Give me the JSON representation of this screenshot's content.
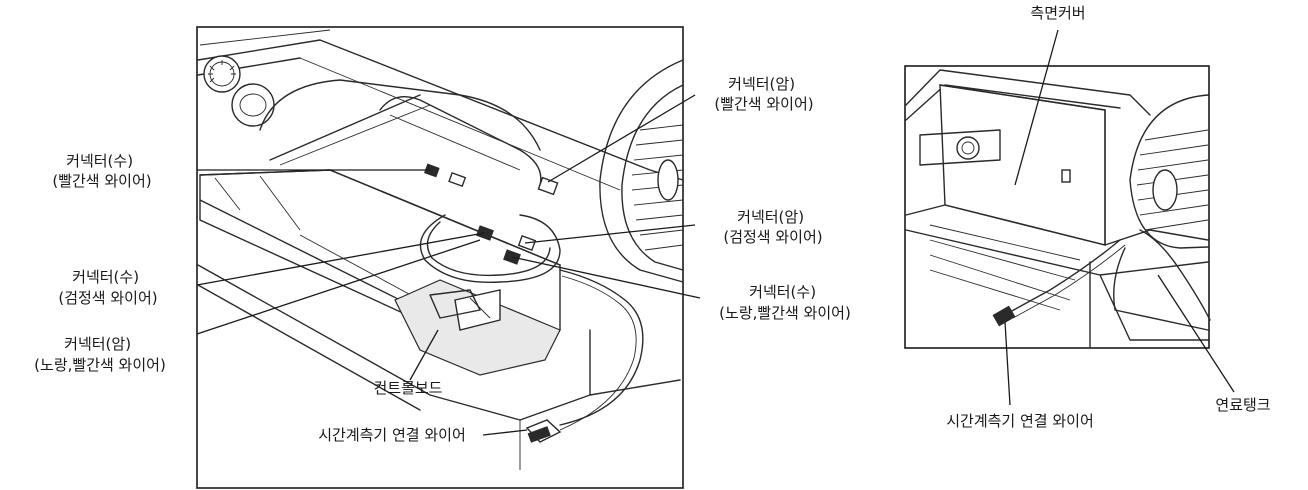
{
  "left_panel": {
    "labels": {
      "connector_female_red": [
        "커넥터(암)",
        "(빨간색 와이어)"
      ],
      "connector_male_red": [
        "커넥터(수)",
        "(빨간색 와이어)"
      ],
      "connector_female_black": [
        "커넥터(암)",
        "(검정색 와이어)"
      ],
      "connector_male_black": [
        "커넥터(수)",
        "(검정색 와이어)"
      ],
      "connector_male_yellow_red": [
        "커넥터(수)",
        "(노랑,빨간색 와이어)"
      ],
      "connector_female_yellow_red": [
        "커넥터(암)",
        "(노랑,빨간색 와이어)"
      ],
      "control_board": "컨트롤보드",
      "timer_wire": "시간계측기 연결 와이어"
    }
  },
  "right_panel": {
    "labels": {
      "side_cover": "측면커버",
      "timer_wire": "시간계측기 연결 와이어",
      "fuel_tank": "연료탱크"
    }
  },
  "icons": [
    "fan-grille-icon",
    "connector-plug-icon",
    "knob-icon"
  ]
}
